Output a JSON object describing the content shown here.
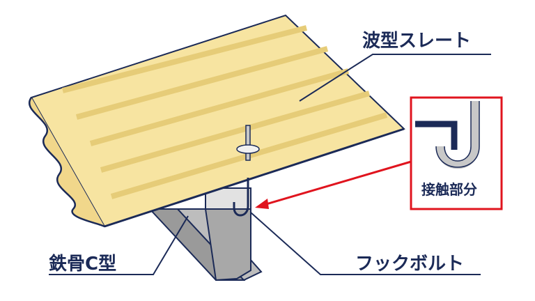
{
  "labels": {
    "corrugated_slate": "波型スレート",
    "steel_c_beam": "鉄骨C型",
    "hook_bolt": "フックボルト",
    "contact_area": "接触部分"
  },
  "colors": {
    "slate_fill": "#f7e4a1",
    "slate_groove": "#e9cf7c",
    "outline": "#1b2a57",
    "beam_face": "#b9b9b9",
    "beam_dark": "#8e8e8e",
    "beam_light": "#e0e0e0",
    "bolt": "#c8c8c8",
    "highlight": "#e0141e"
  },
  "icons": {
    "inset": "hook-bolt-closeup-icon"
  }
}
